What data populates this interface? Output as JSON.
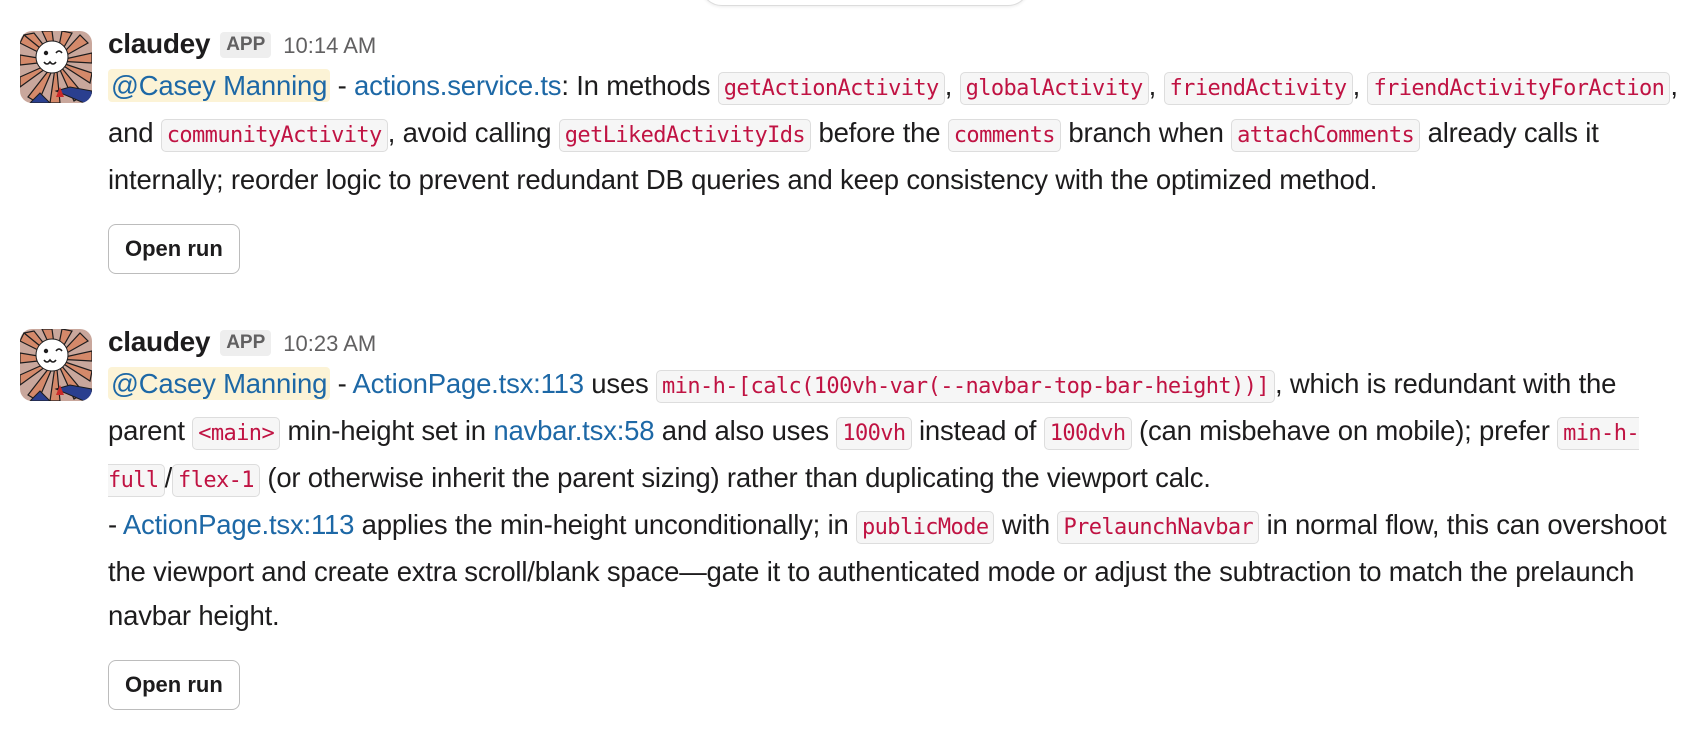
{
  "messages": [
    {
      "sender": "claudey",
      "badge": "APP",
      "time": "10:14 AM",
      "mention": "@Casey Manning",
      "segments": {
        "s0": " - ",
        "link1": "actions.service.ts",
        "s1": ": In methods ",
        "c1": "getActionActivity",
        "s2": ", ",
        "c2": "globalActivity",
        "s3": ", ",
        "c3": "friendActivity",
        "s4": ", ",
        "c4": "friendActivityForAction",
        "s5": ", and ",
        "c5": "communityActivity",
        "s6": ", avoid calling ",
        "c6": "getLikedActivityIds",
        "s7": " before the ",
        "c7": "comments",
        "s8": " branch when ",
        "c8": "attachComments",
        "s9": " already calls it internally; reorder logic to prevent redundant DB queries and keep consistency with the optimized method."
      },
      "button_label": "Open run"
    },
    {
      "sender": "claudey",
      "badge": "APP",
      "time": "10:23 AM",
      "mention": "@Casey Manning",
      "segments": {
        "s0": " - ",
        "link1": "ActionPage.tsx:113",
        "s1": " uses ",
        "c1": "min-h-[calc(100vh-var(--navbar-top-bar-height))]",
        "s2": ", which is redundant with the parent ",
        "c2": "<main>",
        "s3": " min-height set in ",
        "link2": "navbar.tsx:58",
        "s4": " and also uses ",
        "c3": "100vh",
        "s5": " instead of ",
        "c4": "100dvh",
        "s6": " (can misbehave on mobile); prefer ",
        "c5": "min-h-full",
        "s7": "/",
        "c6": "flex-1",
        "s8": " (or otherwise inherit the parent sizing) rather than duplicating the viewport calc.",
        "s9": "- ",
        "link3": "ActionPage.tsx:113",
        "s10": " applies the min-height unconditionally; in ",
        "c7": "publicMode",
        "s11": " with ",
        "c8": "PrelaunchNavbar",
        "s12": " in normal flow, this can overshoot the viewport and create extra scroll/blank space—gate it to authenticated mode or adjust the subtraction to match the prelaunch navbar height."
      },
      "button_label": "Open run"
    }
  ],
  "colors": {
    "link": "#1d68a6",
    "mention_bg": "#fcf3d6",
    "code_text": "#c01343",
    "code_bg": "#f6f6f6",
    "text": "#1d1c1d",
    "muted": "#616061"
  },
  "icons": {
    "avatar": "claudey-avatar-icon"
  }
}
